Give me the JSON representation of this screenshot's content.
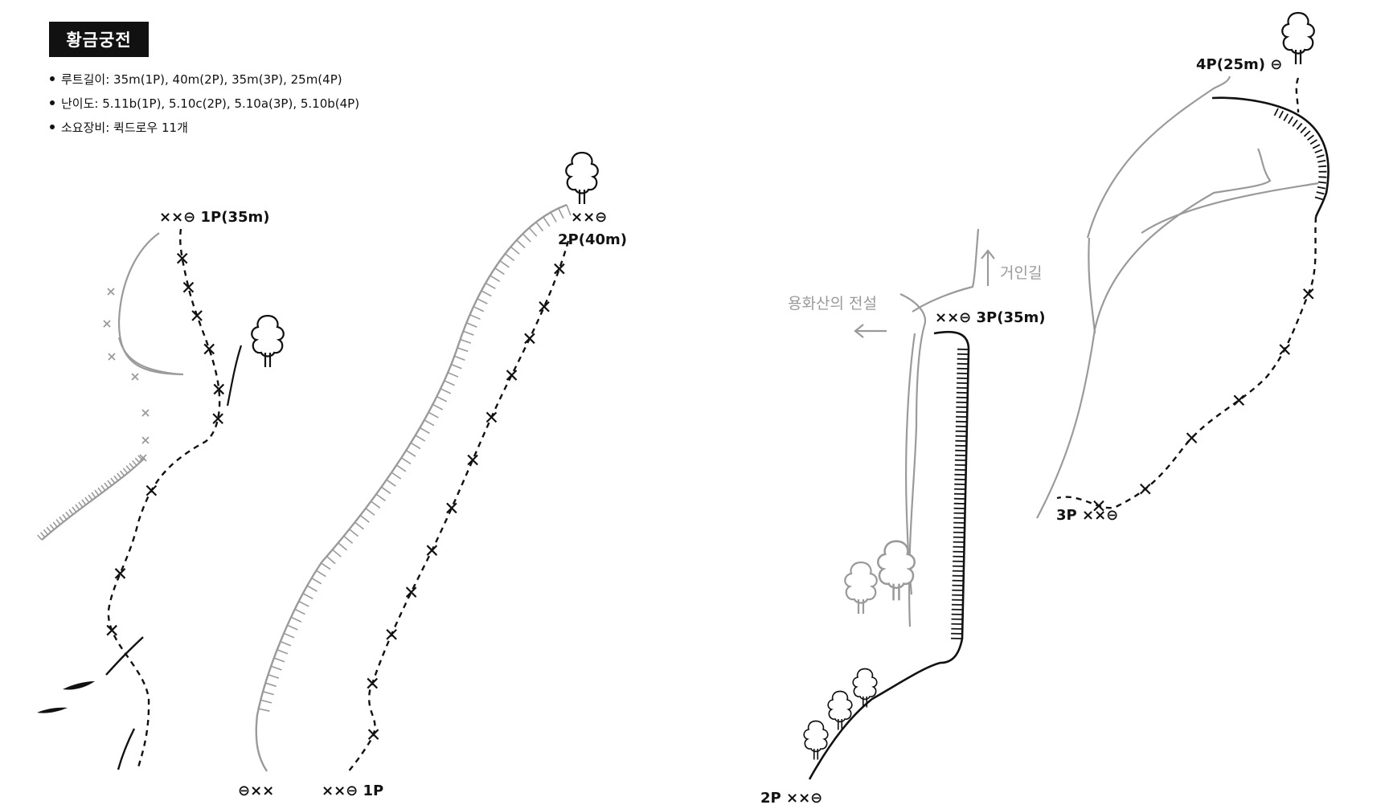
{
  "title": "황금궁전",
  "info": {
    "route_length": "루트길이: 35m(1P), 40m(2P), 35m(3P), 25m(4P)",
    "difficulty": "난이도: 5.11b(1P), 5.10c(2P), 5.10a(3P), 5.10b(4P)",
    "gear": "소요장비: 퀵드로우 11개"
  },
  "labels": {
    "p1_top": "××⊖ 1P(35m)",
    "p2_top_anchor": "××⊖",
    "p2_top_len": "2P(40m)",
    "start_left": "⊖××",
    "start_1p": "××⊖ 1P",
    "p3_top": "××⊖ 3P(35m)",
    "start_2p": "2P ××⊖",
    "p4_top": "4P(25m) ⊖",
    "start_3p": "3P ××⊖",
    "giant_path": "거인길",
    "legend_path": "용화산의 전설"
  },
  "colors": {
    "ink": "#111111",
    "grey": "#9a9a9a"
  }
}
